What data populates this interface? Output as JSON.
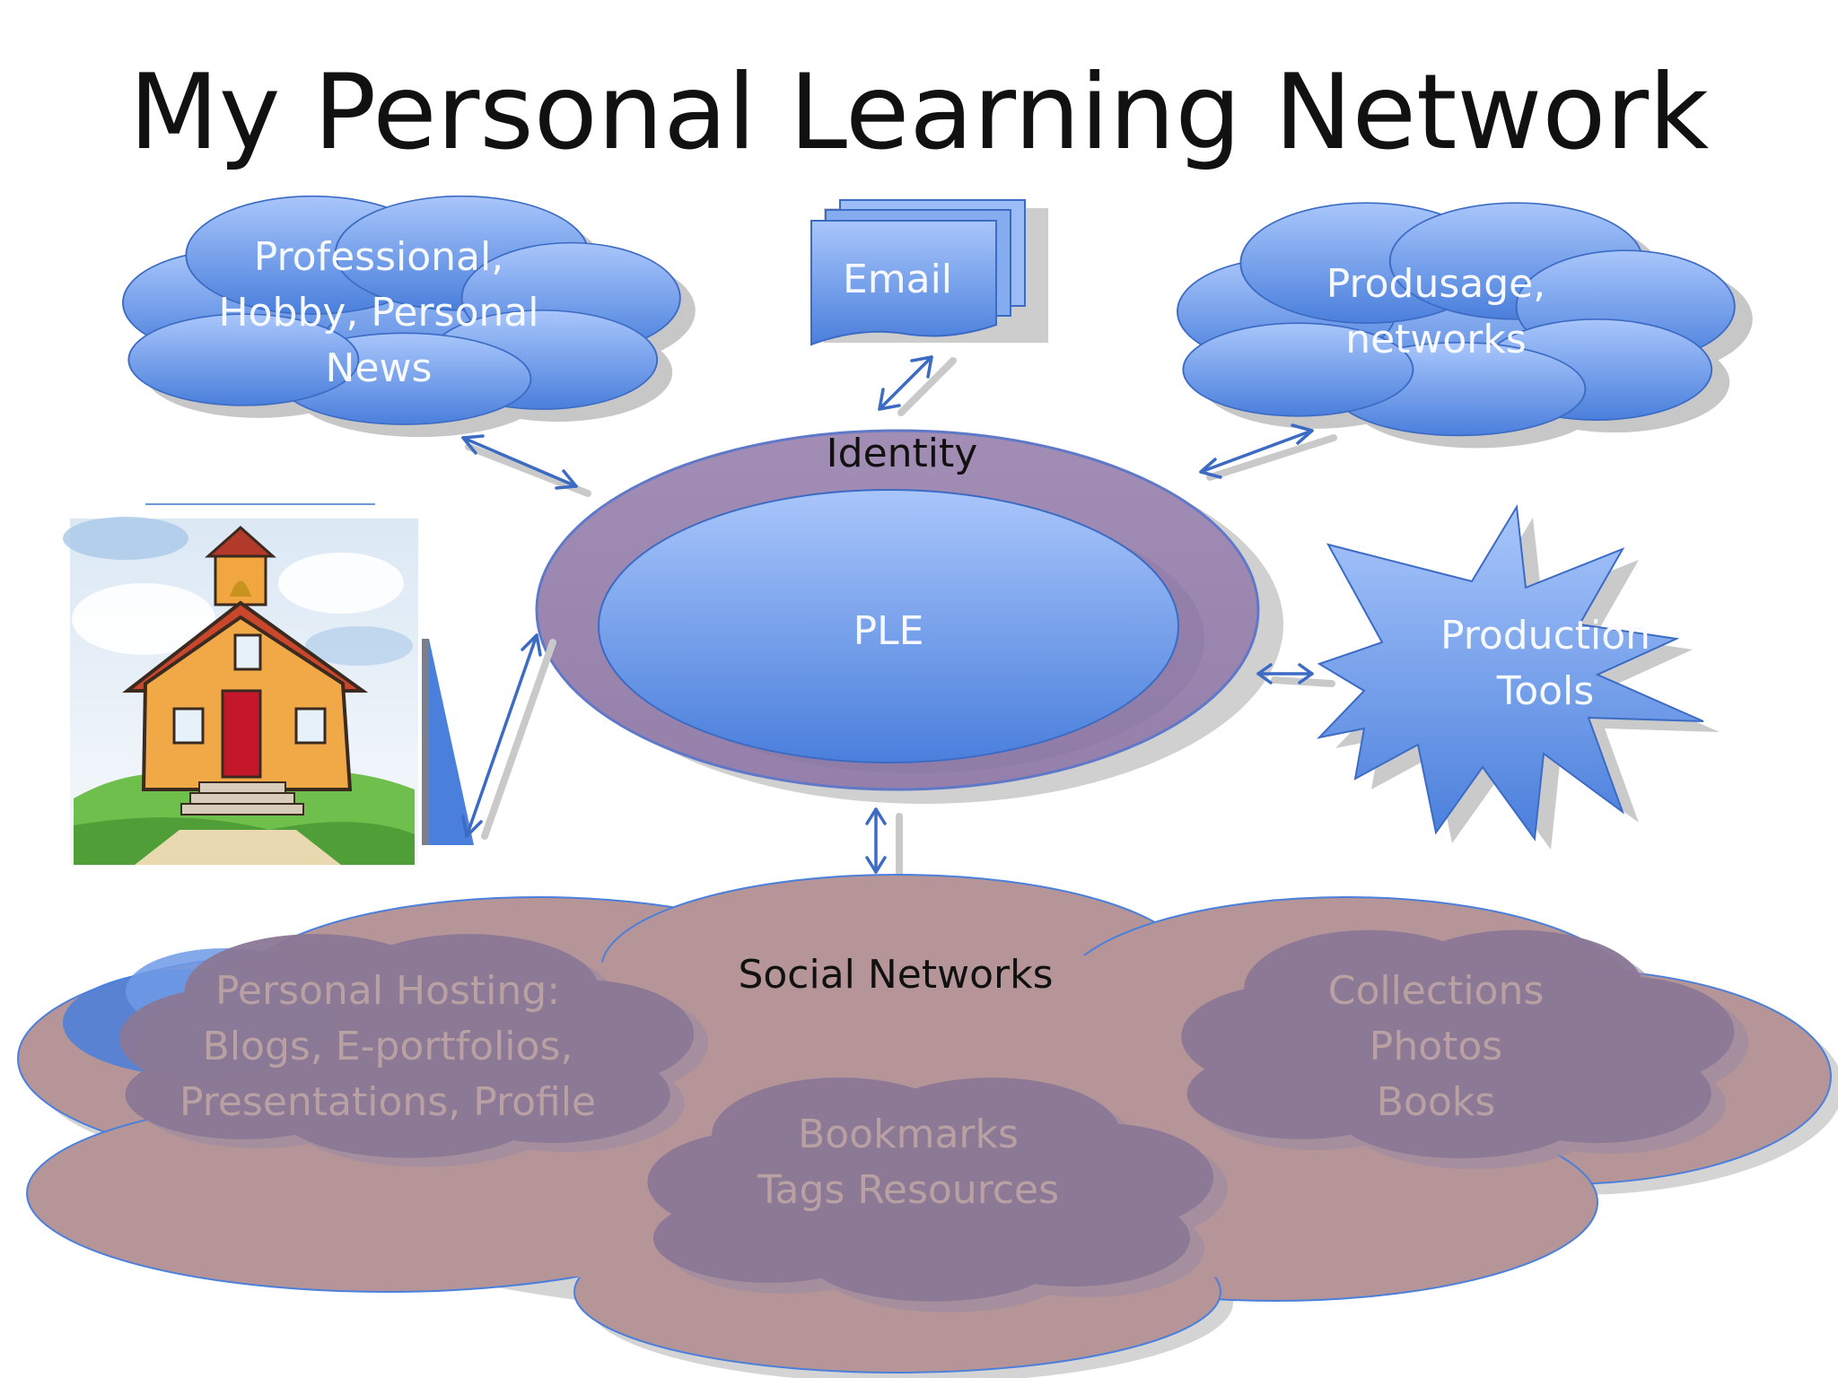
{
  "title": "My Personal Learning Network",
  "nodes": {
    "news": {
      "lines": [
        "Professional,",
        "Hobby, Personal",
        "News"
      ]
    },
    "email": {
      "label": "Email"
    },
    "produsage": {
      "lines": [
        "Produsage,",
        "networks"
      ]
    },
    "identity": {
      "label": "Identity"
    },
    "ple": {
      "label": "PLE"
    },
    "production": {
      "lines": [
        "Production",
        "Tools"
      ]
    },
    "social": {
      "label": "Social Networks"
    },
    "hosting": {
      "lines": [
        "Personal Hosting:",
        "Blogs, E-portfolios,",
        "Presentations, Profile"
      ]
    },
    "bookmarks": {
      "lines": [
        "Bookmarks",
        "Tags Resources"
      ]
    },
    "collections": {
      "lines": [
        "Collections",
        "Photos",
        "Books"
      ]
    }
  },
  "colors": {
    "blue_light": "#a9c6fb",
    "blue_dark": "#4a7fdc",
    "purple_ring": "#9d86b0",
    "mauve_cloud": "#b59597",
    "sub_cloud": "#8b7896",
    "faded_text": "#b9a1a3"
  },
  "icons": {
    "school": "schoolhouse-clipart-icon"
  }
}
